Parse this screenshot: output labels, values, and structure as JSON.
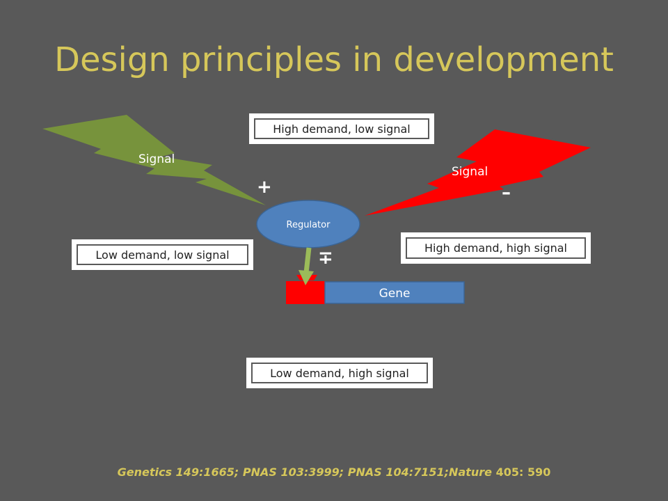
{
  "title": "Design principles in development",
  "boxes": {
    "high_low": "High demand, low signal",
    "low_low": "Low demand, low signal",
    "high_high": "High demand, high signal",
    "low_high": "Low demand, high signal"
  },
  "signals": {
    "left": {
      "label": "Signal",
      "sign": "+",
      "color": "#77933c"
    },
    "right": {
      "label": "Signal",
      "sign": "–",
      "color": "#ff0000"
    }
  },
  "regulator": {
    "label": "Regulator",
    "color": "#4f81bd"
  },
  "regulation_sign": "∓",
  "gene": {
    "label": "Gene",
    "promoter_color": "#ff0000",
    "body_color": "#4f81bd"
  },
  "citation": {
    "italic": "Genetics 149:1665; PNAS 103:3999; PNAS 104:7151;Nature",
    "upright": " 405: 590"
  }
}
